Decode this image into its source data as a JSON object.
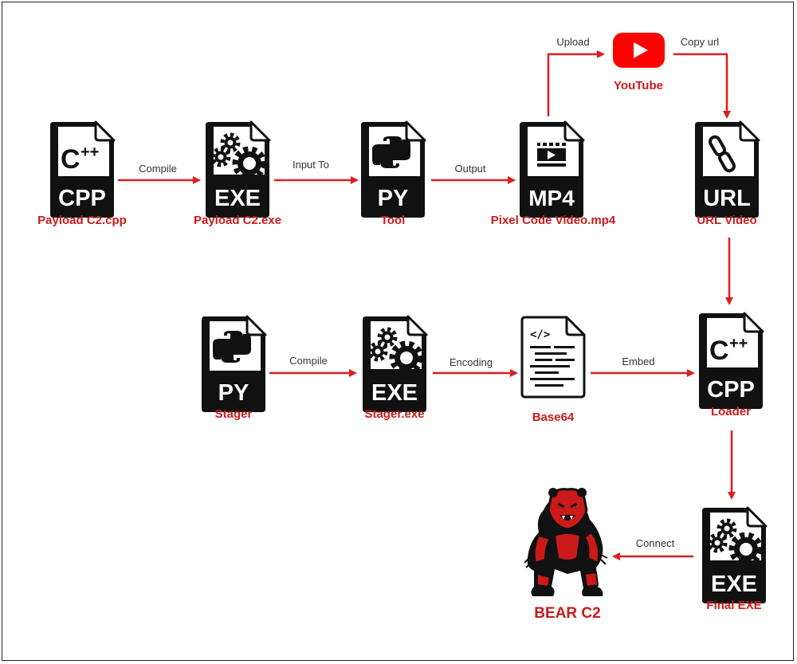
{
  "colors": {
    "accent": "#cc1a1a",
    "arrow": "#dd1f1f",
    "icon": "#111111",
    "youtube": "#ff0000"
  },
  "nodes": {
    "payload_cpp": {
      "label": "Payload C2.cpp",
      "badge": "CPP",
      "icon": "cpp-file-icon"
    },
    "payload_exe": {
      "label": "Payload C2.exe",
      "badge": "EXE",
      "icon": "exe-file-icon"
    },
    "tool": {
      "label": "Tool",
      "badge": "PY",
      "icon": "python-file-icon"
    },
    "video": {
      "label": "Pixel Code Video.mp4",
      "badge": "MP4",
      "icon": "mp4-file-icon"
    },
    "youtube": {
      "label": "YouTube",
      "icon": "youtube-icon"
    },
    "url_video": {
      "label": "URL Video",
      "badge": "URL",
      "icon": "url-file-icon"
    },
    "stager": {
      "label": "Stager",
      "badge": "PY",
      "icon": "python-file-icon"
    },
    "stager_exe": {
      "label": "Stager.exe",
      "badge": "EXE",
      "icon": "exe-file-icon"
    },
    "base64": {
      "label": "Base64",
      "icon": "code-document-icon"
    },
    "loader": {
      "label": "Loader",
      "badge": "CPP",
      "icon": "cpp-file-icon"
    },
    "final_exe": {
      "label": "Final EXE",
      "badge": "EXE",
      "icon": "exe-file-icon"
    },
    "bear": {
      "label": "BEAR C2",
      "icon": "bear-mascot-icon"
    }
  },
  "edges": {
    "compile_1": "Compile",
    "input_to": "Input To",
    "output": "Output",
    "upload": "Upload",
    "copy_url": "Copy url",
    "compile_2": "Compile",
    "encoding": "Encoding",
    "embed": "Embed",
    "connect": "Connect"
  }
}
